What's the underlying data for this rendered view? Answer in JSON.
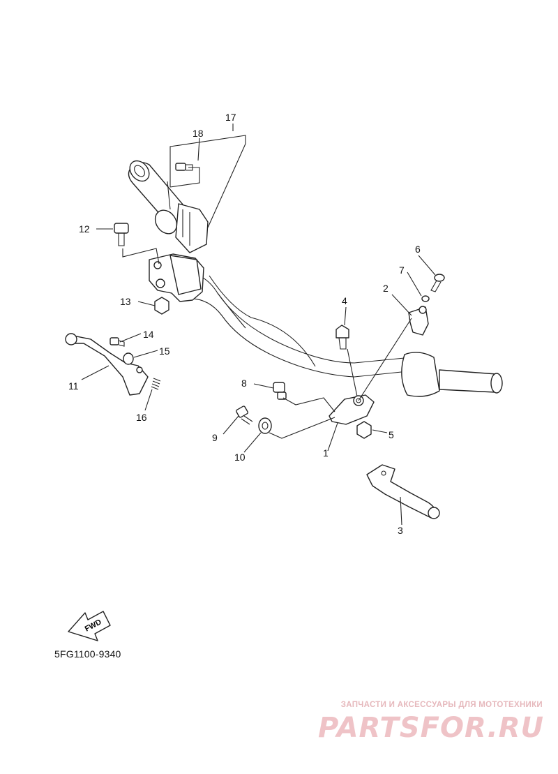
{
  "diagram": {
    "callouts": [
      {
        "id": "1",
        "label": "1"
      },
      {
        "id": "2",
        "label": "2"
      },
      {
        "id": "3",
        "label": "3"
      },
      {
        "id": "4",
        "label": "4"
      },
      {
        "id": "5",
        "label": "5"
      },
      {
        "id": "6",
        "label": "6"
      },
      {
        "id": "7",
        "label": "7"
      },
      {
        "id": "8",
        "label": "8"
      },
      {
        "id": "9",
        "label": "9"
      },
      {
        "id": "10",
        "label": "10"
      },
      {
        "id": "11",
        "label": "11"
      },
      {
        "id": "12",
        "label": "12"
      },
      {
        "id": "13",
        "label": "13"
      },
      {
        "id": "14",
        "label": "14"
      },
      {
        "id": "15",
        "label": "15"
      },
      {
        "id": "16",
        "label": "16"
      },
      {
        "id": "17",
        "label": "17"
      },
      {
        "id": "18",
        "label": "18"
      }
    ],
    "direction_arrow_label": "FWD",
    "drawing_code": "5FG1100-9340"
  },
  "watermark": {
    "subtitle": "ЗАПЧАСТИ И АКСЕССУАРЫ ДЛЯ МОТОТЕХНИКИ",
    "brand": "PARTSFOR.RU"
  },
  "colors": {
    "line": "#222222",
    "watermark": "#efc3c7",
    "background": "#ffffff"
  }
}
